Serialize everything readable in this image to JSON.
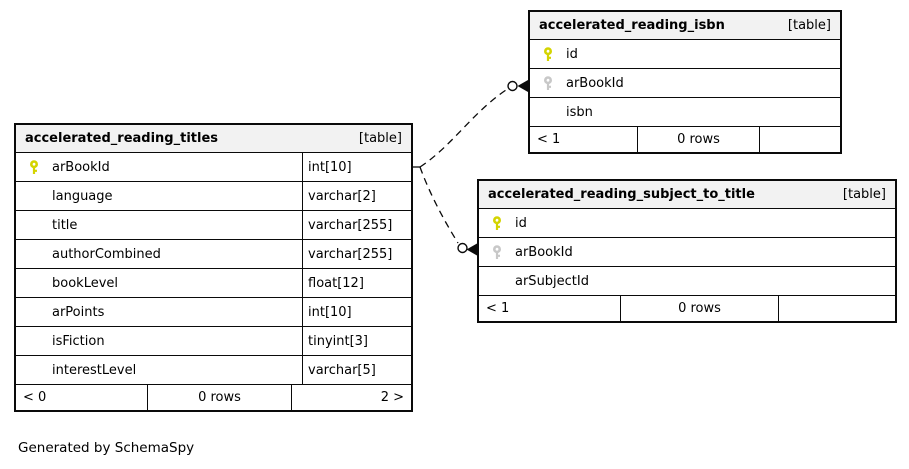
{
  "page": {
    "generator_note": "Generated by SchemaSpy"
  },
  "colors": {
    "background": "#ffffff",
    "border": "#0a0a0a",
    "header_bg": "#f2f2f2",
    "primary_key": "#d4d400",
    "foreign_key": "#c8c8c8"
  },
  "tables": [
    {
      "title": "accelerated_reading_titles",
      "tag": "[table]",
      "columns": [
        {
          "name": "arBookId",
          "type": "int[10]",
          "key": "primary"
        },
        {
          "name": "language",
          "type": "varchar[2]",
          "key": "none"
        },
        {
          "name": "title",
          "type": "varchar[255]",
          "key": "none"
        },
        {
          "name": "authorCombined",
          "type": "varchar[255]",
          "key": "none"
        },
        {
          "name": "bookLevel",
          "type": "float[12]",
          "key": "none"
        },
        {
          "name": "arPoints",
          "type": "int[10]",
          "key": "none"
        },
        {
          "name": "isFiction",
          "type": "tinyint[3]",
          "key": "none"
        },
        {
          "name": "interestLevel",
          "type": "varchar[5]",
          "key": "none"
        }
      ],
      "footer": {
        "prev": "< 0",
        "rows": "0 rows",
        "next": "2 >"
      }
    },
    {
      "title": "accelerated_reading_isbn",
      "tag": "[table]",
      "columns": [
        {
          "name": "id",
          "key": "primary"
        },
        {
          "name": "arBookId",
          "key": "foreign"
        },
        {
          "name": "isbn",
          "key": "none"
        }
      ],
      "footer": {
        "prev": "< 1",
        "rows": "0 rows",
        "next": ""
      }
    },
    {
      "title": "accelerated_reading_subject_to_title",
      "tag": "[table]",
      "columns": [
        {
          "name": "id",
          "key": "primary"
        },
        {
          "name": "arBookId",
          "key": "foreign"
        },
        {
          "name": "arSubjectId",
          "key": "none"
        }
      ],
      "footer": {
        "prev": "< 1",
        "rows": "0 rows",
        "next": ""
      }
    }
  ],
  "relationships": [
    {
      "from": "accelerated_reading_titles.arBookId",
      "to": "accelerated_reading_isbn.arBookId"
    },
    {
      "from": "accelerated_reading_titles.arBookId",
      "to": "accelerated_reading_subject_to_title.arBookId"
    }
  ]
}
